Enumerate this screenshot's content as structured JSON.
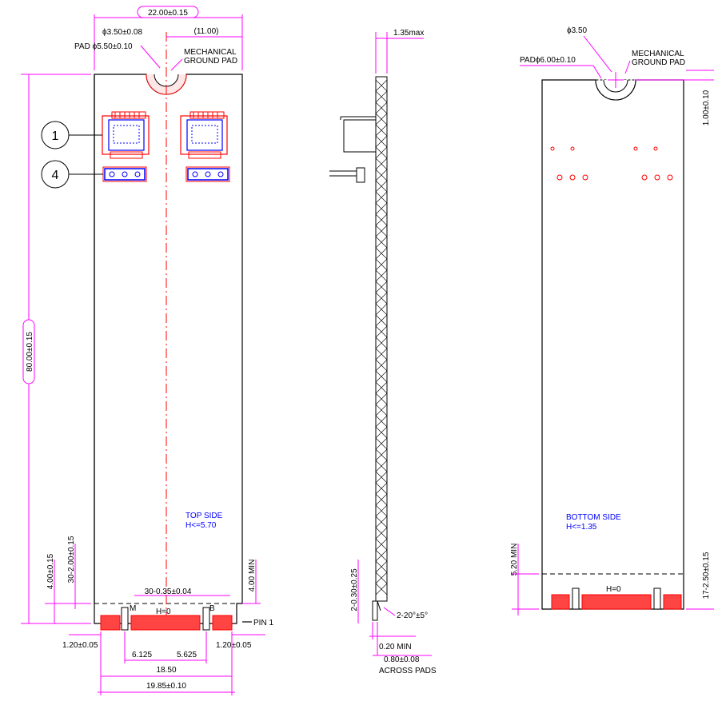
{
  "top_view": {
    "width_dim": "22.00±0.15",
    "half_width_dim": "(11.00)",
    "hole_dia": "ϕ3.50±0.08",
    "pad_dia": "PAD ϕ5.50±0.10",
    "ground_pad_line1": "MECHANICAL",
    "ground_pad_line2": "GROUND PAD",
    "length_dim": "80.00±0.15",
    "callout_1": "1",
    "callout_4": "4",
    "side_label": "TOP SIDE",
    "height_label": "H<=5.70",
    "dim_4_00": "4.00±0.15",
    "dim_30_2": "30-2.00±0.15",
    "dim_notch": "30-0.35±0.04",
    "dim_4_00_min": "4.00 MIN",
    "key_m": "M",
    "key_b": "B",
    "h_zero": "H=0",
    "pin1": "PIN 1",
    "dim_left_120": "1.20±0.05",
    "dim_right_120": "1.20±0.05",
    "dim_6125": "6.125",
    "dim_5625": "5.625",
    "dim_1850": "18.50",
    "dim_1985": "19.85±0.10"
  },
  "side_view": {
    "thickness_dim": "1.35max",
    "dim_030": "2-0.30±0.25",
    "dim_angle": "2-20°±5°",
    "dim_020": "0.20 MIN",
    "dim_080": "0.80±0.08",
    "across_pads": "ACROSS PADS"
  },
  "bottom_view": {
    "hole_dia": "ϕ3.50",
    "pad_dia": "PADϕ6.00±0.10",
    "ground_pad_line1": "MECHANICAL",
    "ground_pad_line2": "GROUND PAD",
    "dim_100": "1.00±0.10",
    "side_label": "BOTTOM SIDE",
    "height_label": "H<=1.35",
    "dim_520": "5.20 MIN",
    "dim_right": "17-2.50±0.15",
    "h_zero": "H=0"
  },
  "colors": {
    "dimension": "#ff00ff",
    "component_red": "#ff0000",
    "component_blue": "#0000ff",
    "outline": "#000000"
  }
}
